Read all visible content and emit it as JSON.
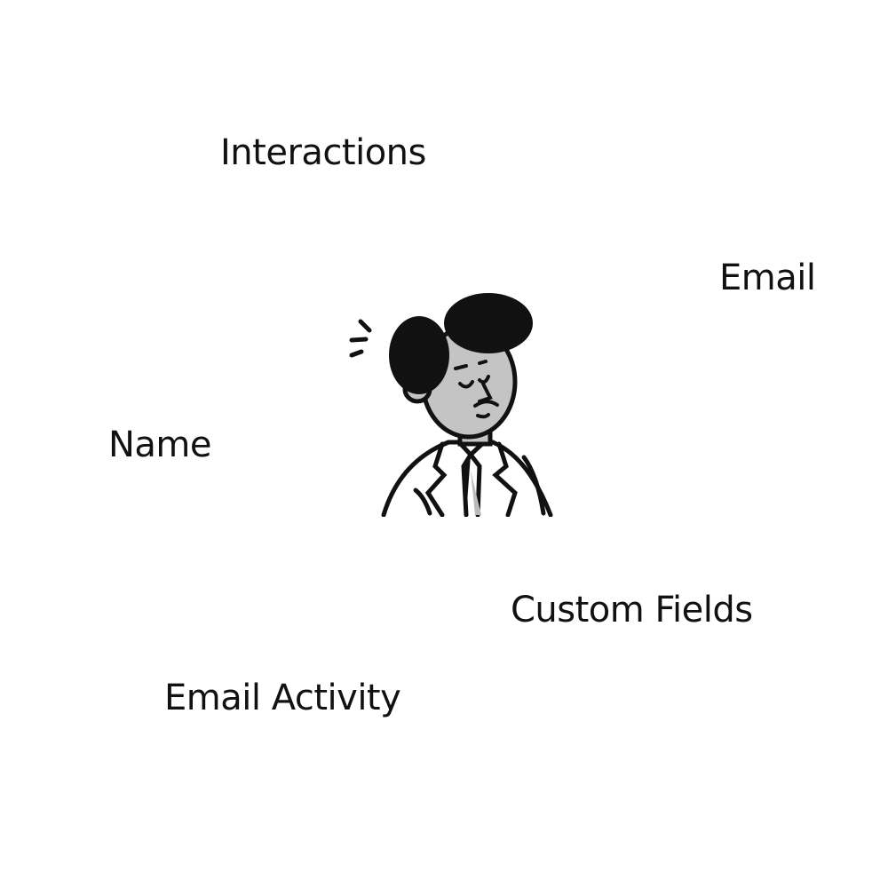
{
  "labels": {
    "interactions": "Interactions",
    "email": "Email",
    "name": "Name",
    "custom_fields": "Custom Fields",
    "email_activity": "Email Activity"
  },
  "illustration": {
    "icon": "confused-businessman-icon"
  },
  "colors": {
    "ink": "#111111",
    "skin": "#c4c4c4",
    "background": "#ffffff"
  }
}
